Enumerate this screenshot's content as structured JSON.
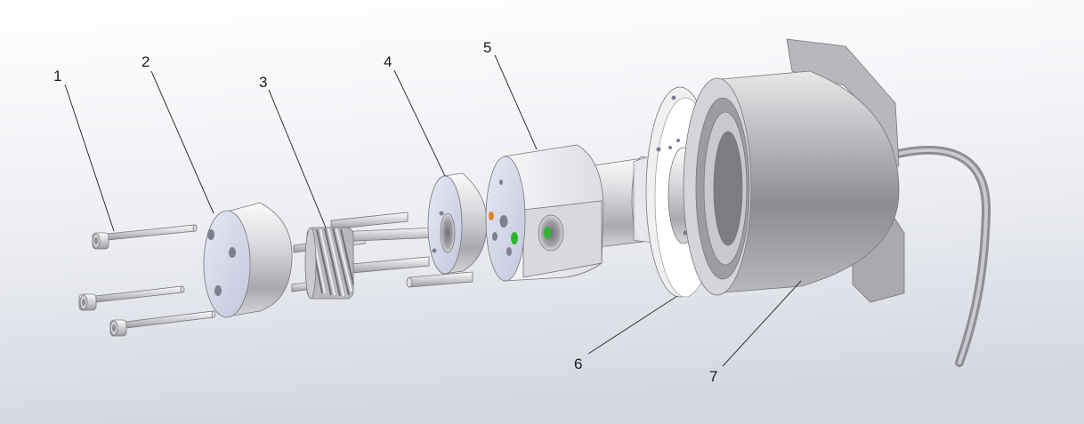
{
  "callouts": [
    {
      "id": "1",
      "label": "1"
    },
    {
      "id": "2",
      "label": "2"
    },
    {
      "id": "3",
      "label": "3"
    },
    {
      "id": "4",
      "label": "4"
    },
    {
      "id": "5",
      "label": "5"
    },
    {
      "id": "6",
      "label": "6"
    },
    {
      "id": "7",
      "label": "7"
    }
  ],
  "colors": {
    "background_top": "#ffffff",
    "background_bottom": "#d7dae3",
    "metal_light": "#f4f4f6",
    "metal_mid": "#c9c9cf",
    "metal_dark": "#8e8e96",
    "accent_green": "#2fb52f",
    "accent_orange": "#e0852d"
  }
}
